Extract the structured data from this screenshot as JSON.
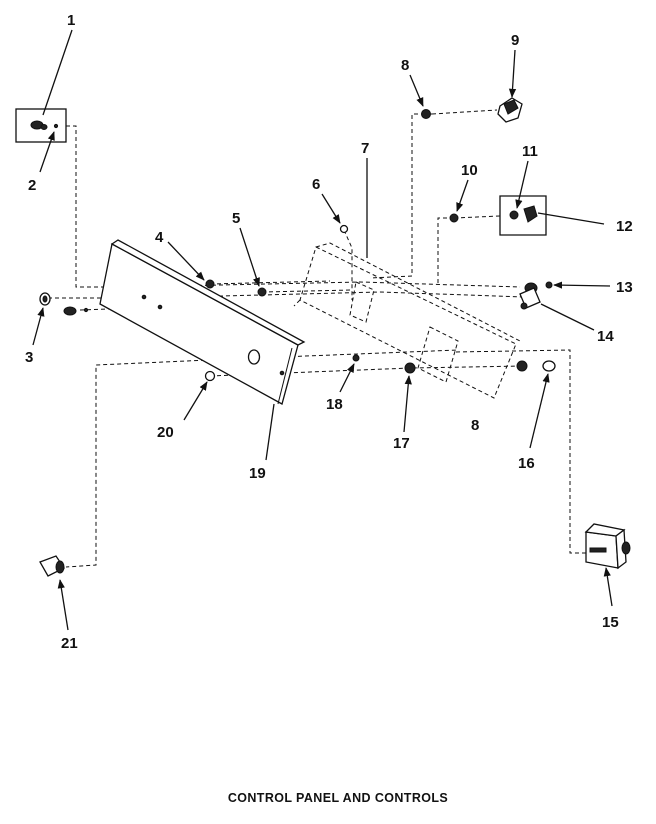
{
  "diagram": {
    "caption": "CONTROL PANEL AND CONTROLS",
    "callouts": {
      "c1": "1",
      "c2": "2",
      "c3": "3",
      "c4": "4",
      "c5": "5",
      "c6": "6",
      "c7": "7",
      "c8a": "8",
      "c8b": "8",
      "c9": "9",
      "c10": "10",
      "c11": "11",
      "c12": "12",
      "c13": "13",
      "c14": "14",
      "c15": "15",
      "c16": "16",
      "c17": "17",
      "c18": "18",
      "c19": "19",
      "c20": "20",
      "c21": "21"
    }
  }
}
